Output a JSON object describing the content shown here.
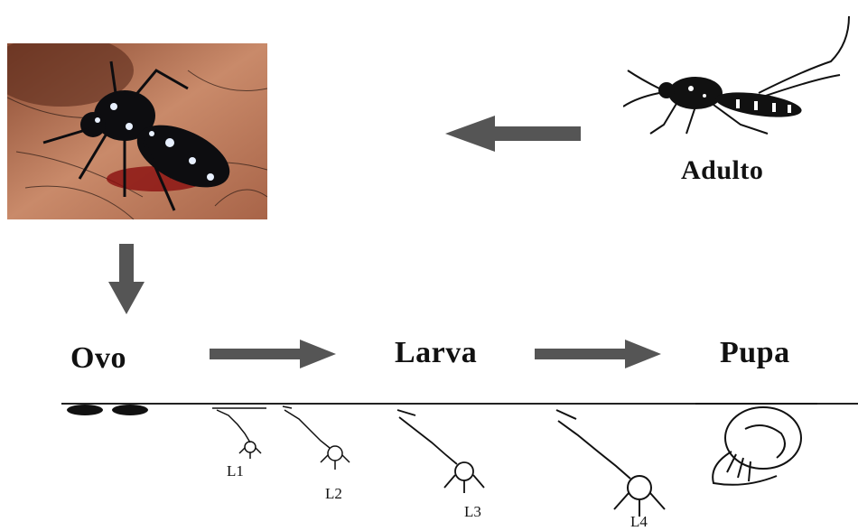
{
  "colors": {
    "arrow": "#555555",
    "ink": "#111111",
    "waterline": "#222222"
  },
  "stages": {
    "adult": "Adulto",
    "egg": "Ovo",
    "larva": "Larva",
    "pupa": "Pupa"
  },
  "instars": [
    "L1",
    "L2",
    "L3",
    "L4"
  ]
}
